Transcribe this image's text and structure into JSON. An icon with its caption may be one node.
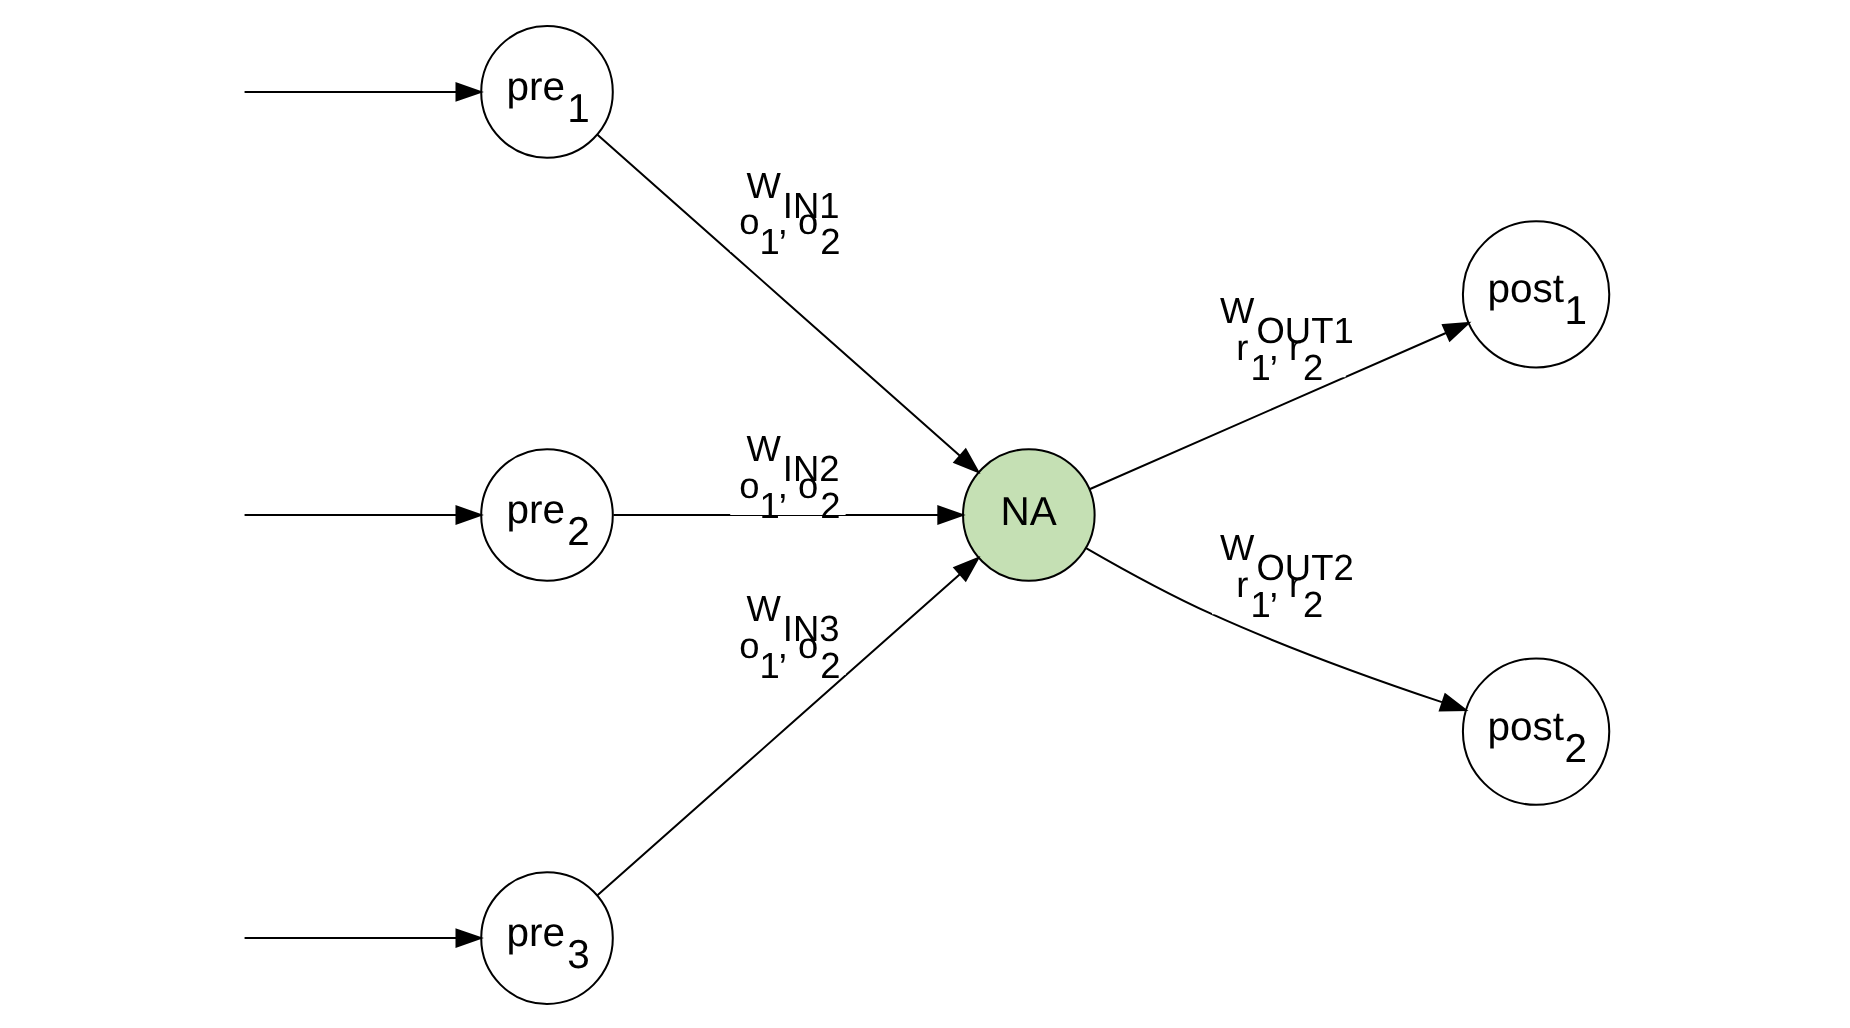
{
  "diagram": {
    "nodes": [
      {
        "text": [
          "pre$_{1}$"
        ]
      },
      {
        "text": [
          "pre$_{2}$"
        ]
      },
      {
        "text": [
          "pre$_{3}$"
        ]
      },
      {
        "text": [
          "NA"
        ]
      },
      {
        "text": [
          "post$_{1}$"
        ]
      },
      {
        "text": [
          "post$_{2}$"
        ]
      }
    ],
    "edges": [
      {
        "from": null,
        "to": 0,
        "arrow": "to"
      },
      {
        "from": null,
        "to": 1,
        "arrow": "to"
      },
      {
        "from": null,
        "to": 2,
        "arrow": "to"
      },
      {
        "from": 0,
        "to": 3,
        "arrow": "to",
        "label": "W$_{IN1}$ o$_{1}$, o$_{2}$"
      },
      {
        "from": 1,
        "to": 3,
        "arrow": "to",
        "label": "W$_{IN2}$ o$_{1}$, o$_{2}$"
      },
      {
        "from": 2,
        "to": 3,
        "arrow": "to",
        "label": "W$_{IN3}$ o$_{1}$, o$_{2}$"
      },
      {
        "from": 3,
        "to": 4,
        "arrow": "to",
        "label": "W$_{OUT1}$ r$_{1}$, r$_{2}$"
      },
      {
        "from": 3,
        "to": 5,
        "arrow": "to",
        "label": "W$_{OUT2}$ r$_{1}$, r$_{2}$"
      }
    ]
  }
}
